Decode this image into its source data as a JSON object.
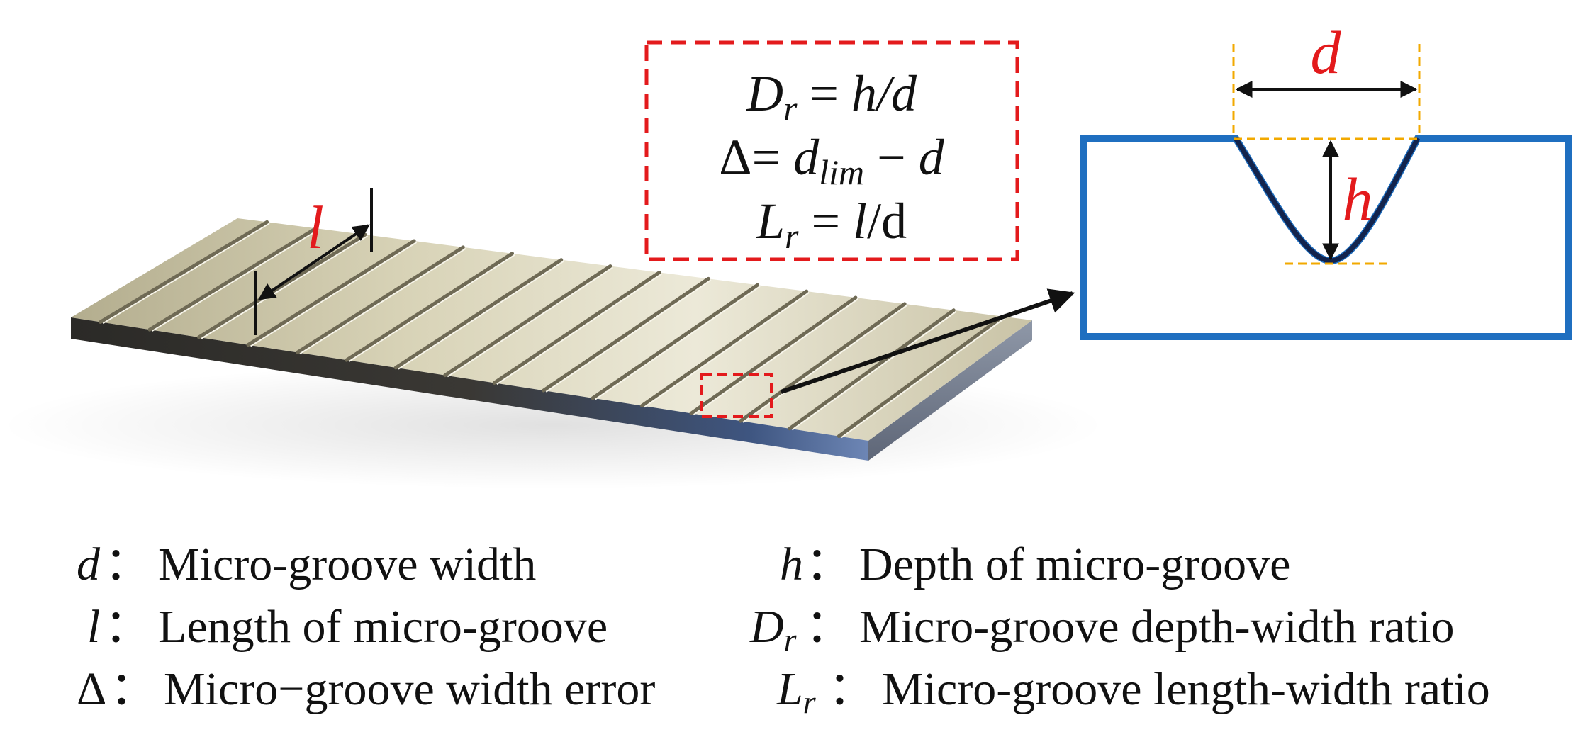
{
  "colors": {
    "red": "#e31a1c",
    "blue": "#1f6fc0",
    "navy": "#13244d",
    "orange": "#f2a900",
    "ink": "#111111"
  },
  "labels": {
    "groove_length": "l",
    "section_width": "d",
    "section_depth": "h"
  },
  "formulas": [
    {
      "lhs": "D",
      "sub": "r",
      "rhs": "= h/d"
    },
    {
      "lhs": "Δ",
      "sub": "",
      "rhs_parts": [
        "= ",
        "d",
        "lim",
        " − d"
      ]
    },
    {
      "lhs": "L",
      "sub": "r",
      "rhs": "= l/d"
    }
  ],
  "formula_texts": {
    "f1_lhs": "D",
    "f1_sub": "r",
    "f1_eq": " = ",
    "f1_rhs": "h/d",
    "f2_lhs": "Δ",
    "f2_eq": "= ",
    "f2_d": "d",
    "f2_sub": "lim",
    "f2_rest": " − ",
    "f2_d2": "d",
    "f3_lhs": "L",
    "f3_sub": "r",
    "f3_eq": " = ",
    "f3_rhs_l": "l",
    "f3_rhs_rest": "/d"
  },
  "legend": {
    "left": [
      {
        "sym": "d",
        "sub": "",
        "text": "Micro-groove width"
      },
      {
        "sym": "l",
        "sub": "",
        "text": "Length of micro-groove"
      },
      {
        "sym": "Δ",
        "sub": "",
        "text": "Micro−groove width error"
      }
    ],
    "right": [
      {
        "sym": "h",
        "sub": "",
        "text": "Depth of micro-groove"
      },
      {
        "sym": "D",
        "sub": "r",
        "text": "Micro-groove depth-width ratio"
      },
      {
        "sym": "L",
        "sub": "r",
        "text": "Micro-groove length-width ratio"
      }
    ],
    "separator": "："
  }
}
